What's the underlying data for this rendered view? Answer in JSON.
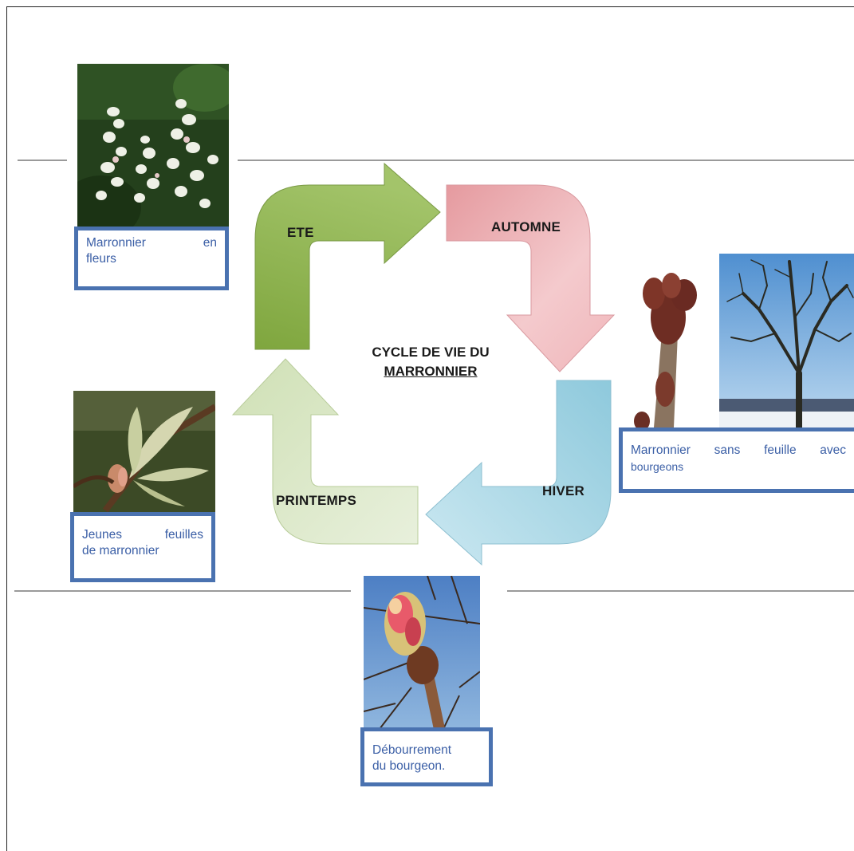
{
  "diagram": {
    "title_line1": "CYCLE DE VIE DU",
    "title_line2": "MARRONNIER"
  },
  "stages": {
    "ete": "ETE",
    "automne": "AUTOMNE",
    "hiver": "HIVER",
    "printemps": "PRINTEMPS"
  },
  "arrow_colors": {
    "ete": "#8bb050",
    "automne": "#efb8bb",
    "hiver": "#a9d6e3",
    "printemps": "#dbe8c5"
  },
  "captions": {
    "fleurs": {
      "line1": "Marronnier en",
      "line2": "fleurs"
    },
    "sans_feuille": {
      "line1": "Marronnier sans feuille avec",
      "line2": "bourgeons"
    },
    "jeunes_feuilles": {
      "line1": "Jeunes feuilles",
      "line2": "de marronnier"
    },
    "debourrement": {
      "line1": "Débourrement",
      "line2": "du bourgeon."
    }
  },
  "colors": {
    "caption_border": "#4a72b0",
    "caption_text": "#3b5fa6"
  }
}
